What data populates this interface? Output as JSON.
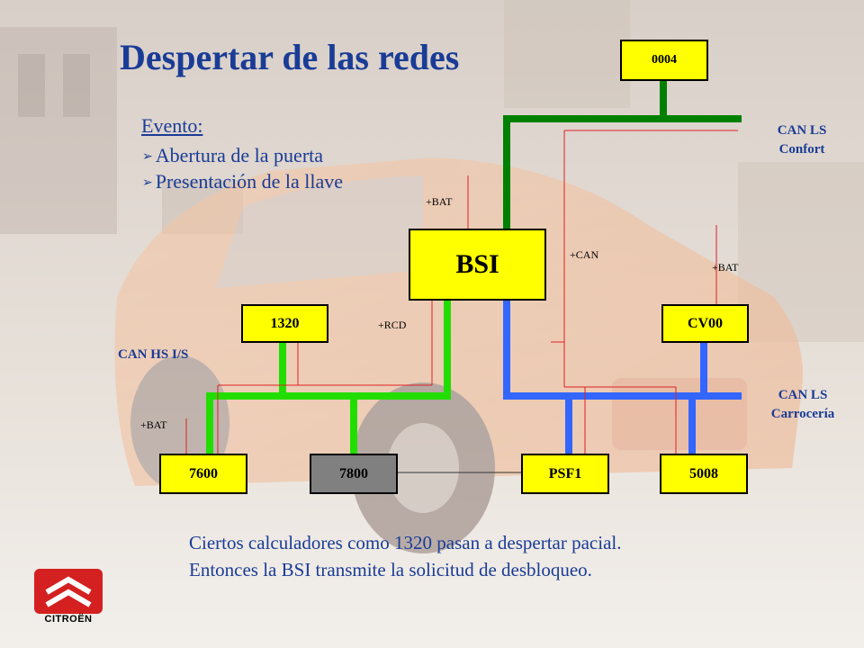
{
  "title": "Despertar de las redes",
  "event": {
    "heading": "Evento:",
    "items": [
      "Abertura de la puerta",
      "Presentación de la llave"
    ]
  },
  "nodes": {
    "n0004": "0004",
    "bsi": "BSI",
    "n1320": "1320",
    "cv00": "CV00",
    "n7600": "7600",
    "n7800": "7800",
    "psf1": "PSF1",
    "n5008": "5008"
  },
  "buses": {
    "can_ls_confort": [
      "CAN LS",
      "Confort"
    ],
    "can_hs": "CAN HS I/S",
    "can_ls_carroceria": [
      "CAN LS",
      "Carrocería"
    ]
  },
  "signals": {
    "bat_bsi": "+BAT",
    "can": "+CAN",
    "bat_cv00": "+BAT",
    "rcd": "+RCD",
    "bat_7600": "+BAT"
  },
  "footer": [
    "Ciertos calculadores como 1320 pasan a despertar pacial.",
    "Entonces la BSI transmite la solicitud de desbloqueo."
  ],
  "brand": "CITROËN",
  "colors": {
    "can_ls_confort": "#008000",
    "can_hs": "#22dd00",
    "can_ls_carroceria": "#3366ff",
    "supply": "#dd2222",
    "box": "#ffff00",
    "text": "#1a3c96"
  }
}
